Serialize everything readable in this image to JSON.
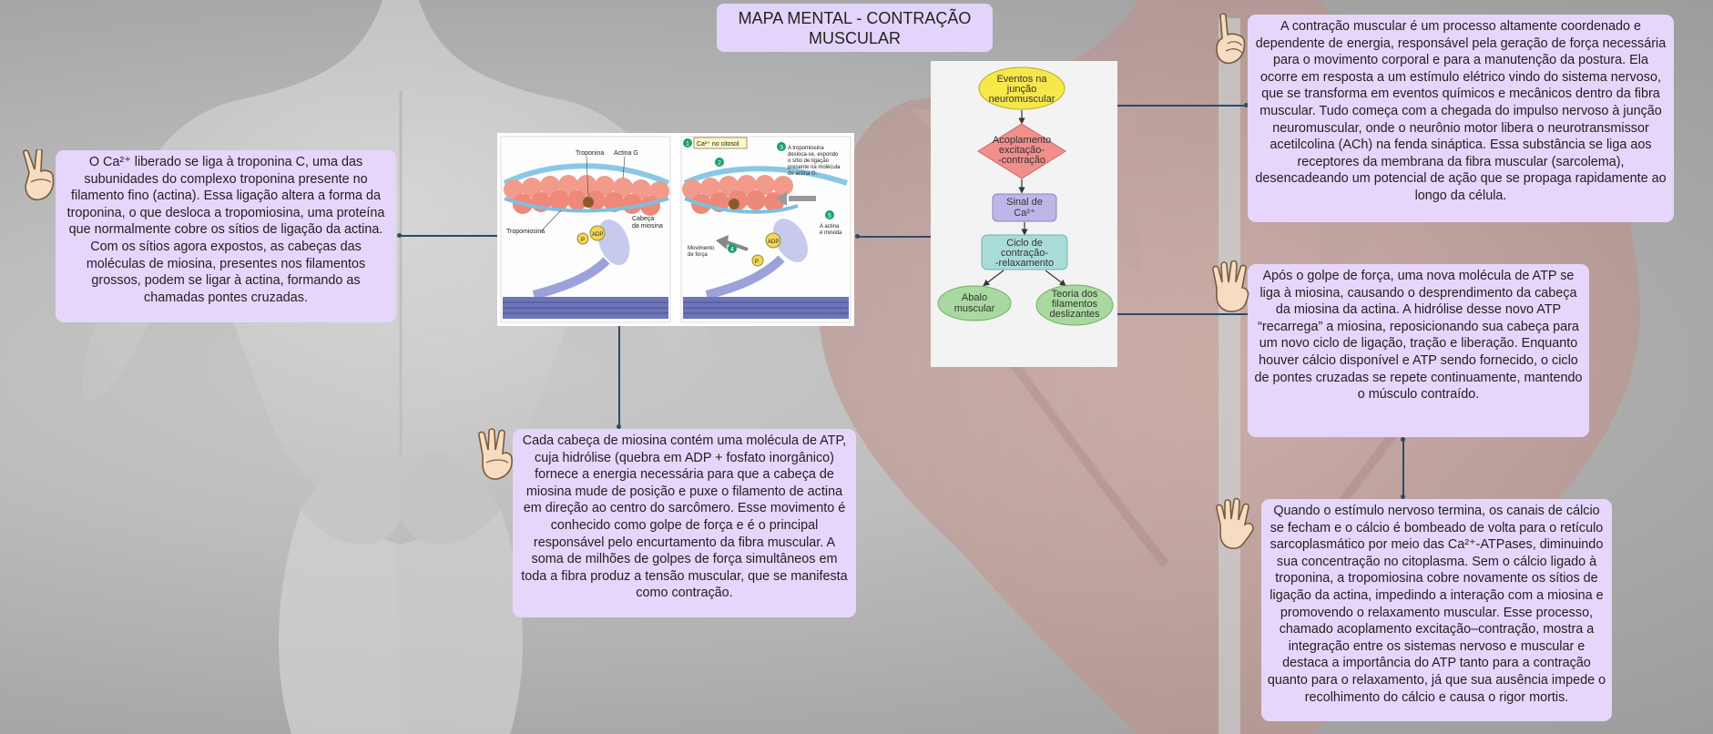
{
  "title": "MAPA MENTAL - CONTRAÇÃO MUSCULAR",
  "notes": {
    "note1": "O Ca²⁺ liberado se liga à troponina C, uma das subunidades do complexo troponina presente no filamento fino (actina). Essa ligação altera a forma da troponina, o que desloca a tropomiosina, uma proteína que normalmente cobre os sítios de ligação da actina. Com os sítios agora expostos, as cabeças das moléculas de miosina, presentes nos filamentos grossos, podem se ligar à actina, formando as chamadas pontes cruzadas.",
    "note2": "Cada cabeça de miosina contém uma molécula de ATP, cuja hidrólise (quebra em ADP + fosfato inorgânico) fornece a energia necessária para que a cabeça de miosina mude de posição e puxe o filamento de actina em direção ao centro do sarcômero. Esse movimento é conhecido como golpe de força e é o principal responsável pelo encurtamento da fibra muscular. A soma de milhões de golpes de força simultâneos em toda a fibra produz a tensão muscular, que se manifesta como contração.",
    "note3": "A contração muscular é um processo altamente coordenado e dependente de energia, responsável pela geração de força necessária para o movimento corporal e para a manutenção da postura. Ela ocorre em resposta a um estímulo elétrico vindo do sistema nervoso, que se transforma em eventos químicos e mecânicos dentro da fibra muscular. Tudo começa com a chegada do impulso nervoso à junção neuromuscular, onde o neurônio motor libera o neurotransmissor acetilcolina (ACh) na fenda sináptica. Essa substância se liga aos receptores da membrana da fibra muscular (sarcolema), desencadeando um potencial de ação que se propaga rapidamente ao longo da célula.",
    "note4": "Após o golpe de força, uma nova molécula de ATP se liga à miosina, causando o desprendimento da cabeça da miosina da actina. A hidrólise desse novo ATP “recarrega” a miosina, reposicionando sua cabeça para um novo ciclo de ligação, tração e liberação. Enquanto houver cálcio disponível e ATP sendo fornecido, o ciclo de pontes cruzadas se repete continuamente, mantendo o músculo contraído.",
    "note5": "Quando o estímulo nervoso termina, os canais de cálcio se fecham e o cálcio é bombeado de volta para o retículo sarcoplasmático por meio das Ca²⁺-ATPases, diminuindo sua concentração no citoplasma. Sem o cálcio ligado à troponina, a tropomiosina cobre novamente os sítios de ligação da actina, impedindo a interação com a miosina e promovendo o relaxamento muscular. Esse processo, chamado acoplamento excitação–contração, mostra a integração entre os sistemas nervoso e muscular e destaca a importância do ATP tanto para a contração quanto para o relaxamento, já que sua ausência impede o recolhimento do cálcio e causa o rigor mortis."
  },
  "hands": {
    "note1": "two-fingers-hand-icon",
    "note2": "three-fingers-hand-icon",
    "note3": "one-finger-hand-icon",
    "note4": "four-fingers-hand-icon",
    "note5": "five-fingers-hand-icon"
  },
  "sliding_diagram": {
    "label_troponina": "Troponina",
    "label_actina": "Actina G",
    "label_tropomiosina": "Tropomiosina",
    "label_cabeca_line1": "Cabeça",
    "label_cabeca_line2": "da miosina",
    "label_adp_left": "ADP",
    "label_p_left": "P",
    "step1_num": "1",
    "step1_label": "Ca²⁺ no citosol",
    "step2_num": "2",
    "step3_num": "3",
    "step3_line1": "A tropomiosina",
    "step3_line2": "desloca-se, expondo",
    "step3_line3": "o sítio de ligação",
    "step3_line4": "presente na molécula",
    "step3_line5": "de actina G.",
    "step4_num": "4",
    "step4_line1": "Movimento",
    "step4_line2": "de força",
    "step5_num": "5",
    "step5_line1": "A actina",
    "step5_line2": "é movida",
    "label_adp_right": "ADP",
    "label_p_right": "P"
  },
  "flowchart": {
    "node1_line1": "Eventos na",
    "node1_line2": "junção",
    "node1_line3": "neuromuscular",
    "node2_line1": "Acoplamento",
    "node2_line2": "excitação-",
    "node2_line3": "-contração",
    "node3_line1": "Sinal de",
    "node3_line2": "Ca²⁺",
    "node4_line1": "Ciclo de",
    "node4_line2": "contração-",
    "node4_line3": "-relaxamento",
    "node5_line1": "Abalo",
    "node5_line2": "muscular",
    "node6_line1": "Teoria dos",
    "node6_line2": "filamentos",
    "node6_line3": "deslizantes"
  },
  "colors": {
    "note_bg": "#e6d6fc",
    "connector": "#2d4a6b",
    "flow_yellow": "#f7e84a",
    "flow_red": "#f08f8c",
    "flow_purple": "#bdb6e6",
    "flow_teal": "#a9dcd9",
    "flow_green": "#a9d9a0"
  }
}
